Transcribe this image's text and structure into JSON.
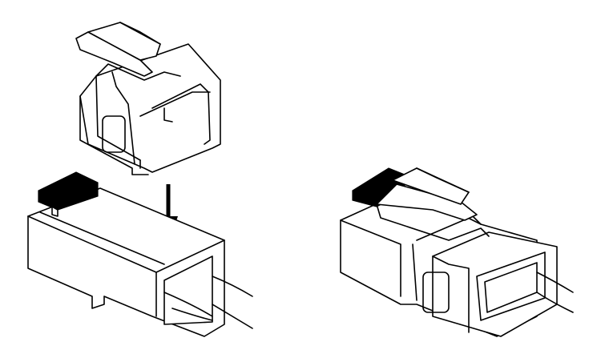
{
  "colors": {
    "line": "#000000",
    "background": "#ffffff",
    "latch": "#000000"
  },
  "figures": [
    {
      "id": "clip-separate"
    },
    {
      "id": "connector-body"
    },
    {
      "id": "insert-arrow"
    },
    {
      "id": "assembled-connector"
    }
  ]
}
